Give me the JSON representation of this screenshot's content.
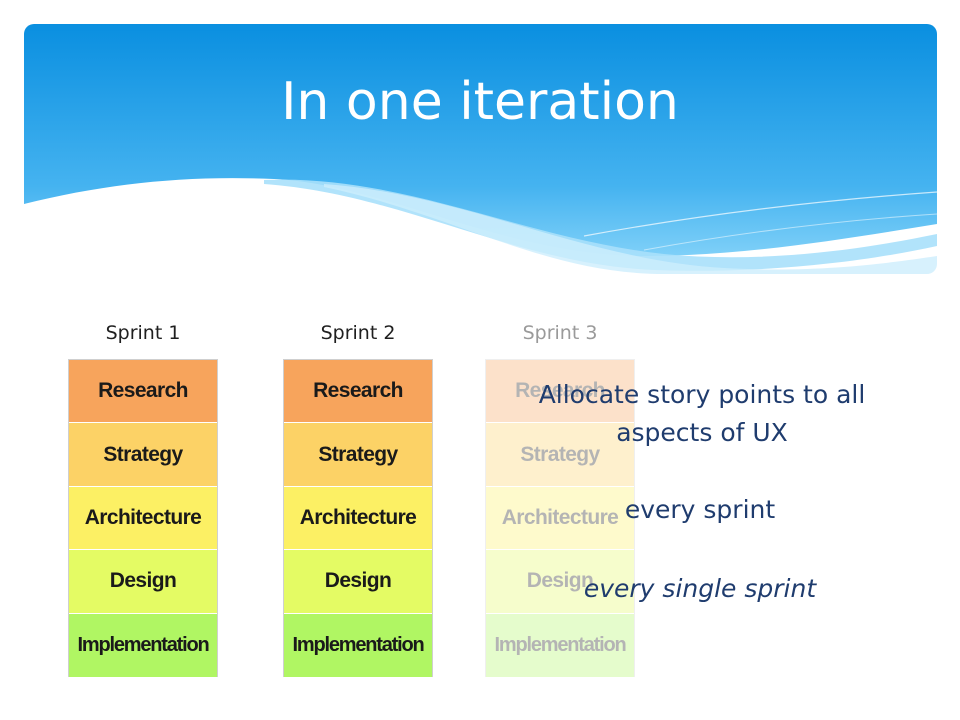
{
  "title": "In one iteration",
  "sprints": [
    {
      "label": "Sprint 1"
    },
    {
      "label": "Sprint 2"
    },
    {
      "label": "Sprint 3"
    }
  ],
  "layers": [
    "Research",
    "Strategy",
    "Architecture",
    "Design",
    "Implementation"
  ],
  "callout": {
    "main": "Allocate story points to all aspects of UX",
    "every_sprint": "every sprint",
    "every_single_sprint": "every single sprint"
  },
  "colors": {
    "banner_top": "#0a8fe0",
    "banner_bottom": "#5cc0f5",
    "research": "#f7a45c",
    "strategy": "#fcd266",
    "architecture": "#fcf064",
    "design": "#e4fb64",
    "implementation": "#b0f663",
    "callout_text": "#1f3c6e"
  }
}
